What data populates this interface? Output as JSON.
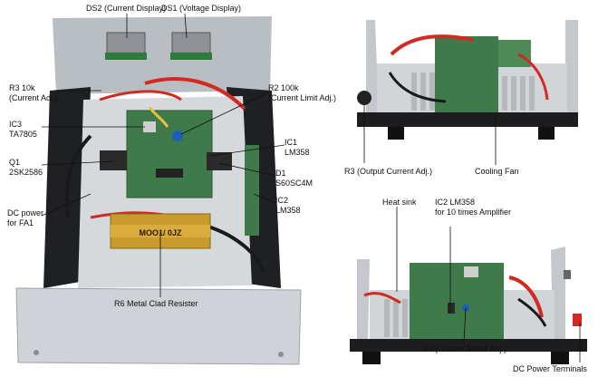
{
  "left_photo": {
    "labels": {
      "ds2": "DS2 (Current Display)",
      "ds1": "DS1 (Voltage Display)",
      "r3_line1": "R3 10k",
      "r3_line2": "(Current Adj.)",
      "r2_line1": "R2   100k",
      "r2_line2": "(Current Limit Adj.)",
      "ic3_line1": "IC3",
      "ic3_line2": "TA7805",
      "ic1_line1": "IC1",
      "ic1_line2": "LM358",
      "q1_line1": "Q1",
      "q1_line2": "2SK2586",
      "d1_line1": "D1",
      "d1_line2": "S60SC4M",
      "dc_line1": "DC power",
      "dc_line2": "for FA1",
      "ic2_line1": "IC2",
      "ic2_line2": "LM358",
      "r6": "R6 Metal Clad Resister",
      "resistor_marking": "MOO1/ 0JZ"
    }
  },
  "top_right_photo": {
    "labels": {
      "r3_output": "R3 (Output Current Adj.)",
      "cooling_fan": "Cooling Fan"
    }
  },
  "bottom_right_photo": {
    "labels": {
      "heat_sink": "Heat sink",
      "ic2_line1": "IC2   LM358",
      "ic2_line2": "for 10 times Amplifier",
      "r9": "R9 (Current Meter Adj.)",
      "dc_terminals": "DC Power Terminals"
    }
  },
  "colors": {
    "pcb_green": "#3f7a4a",
    "aluminum": "#c8ccd0",
    "chassis_black": "#1d1d1f",
    "wire_red": "#d22a22",
    "resistor_gold": "#c99a2e"
  }
}
